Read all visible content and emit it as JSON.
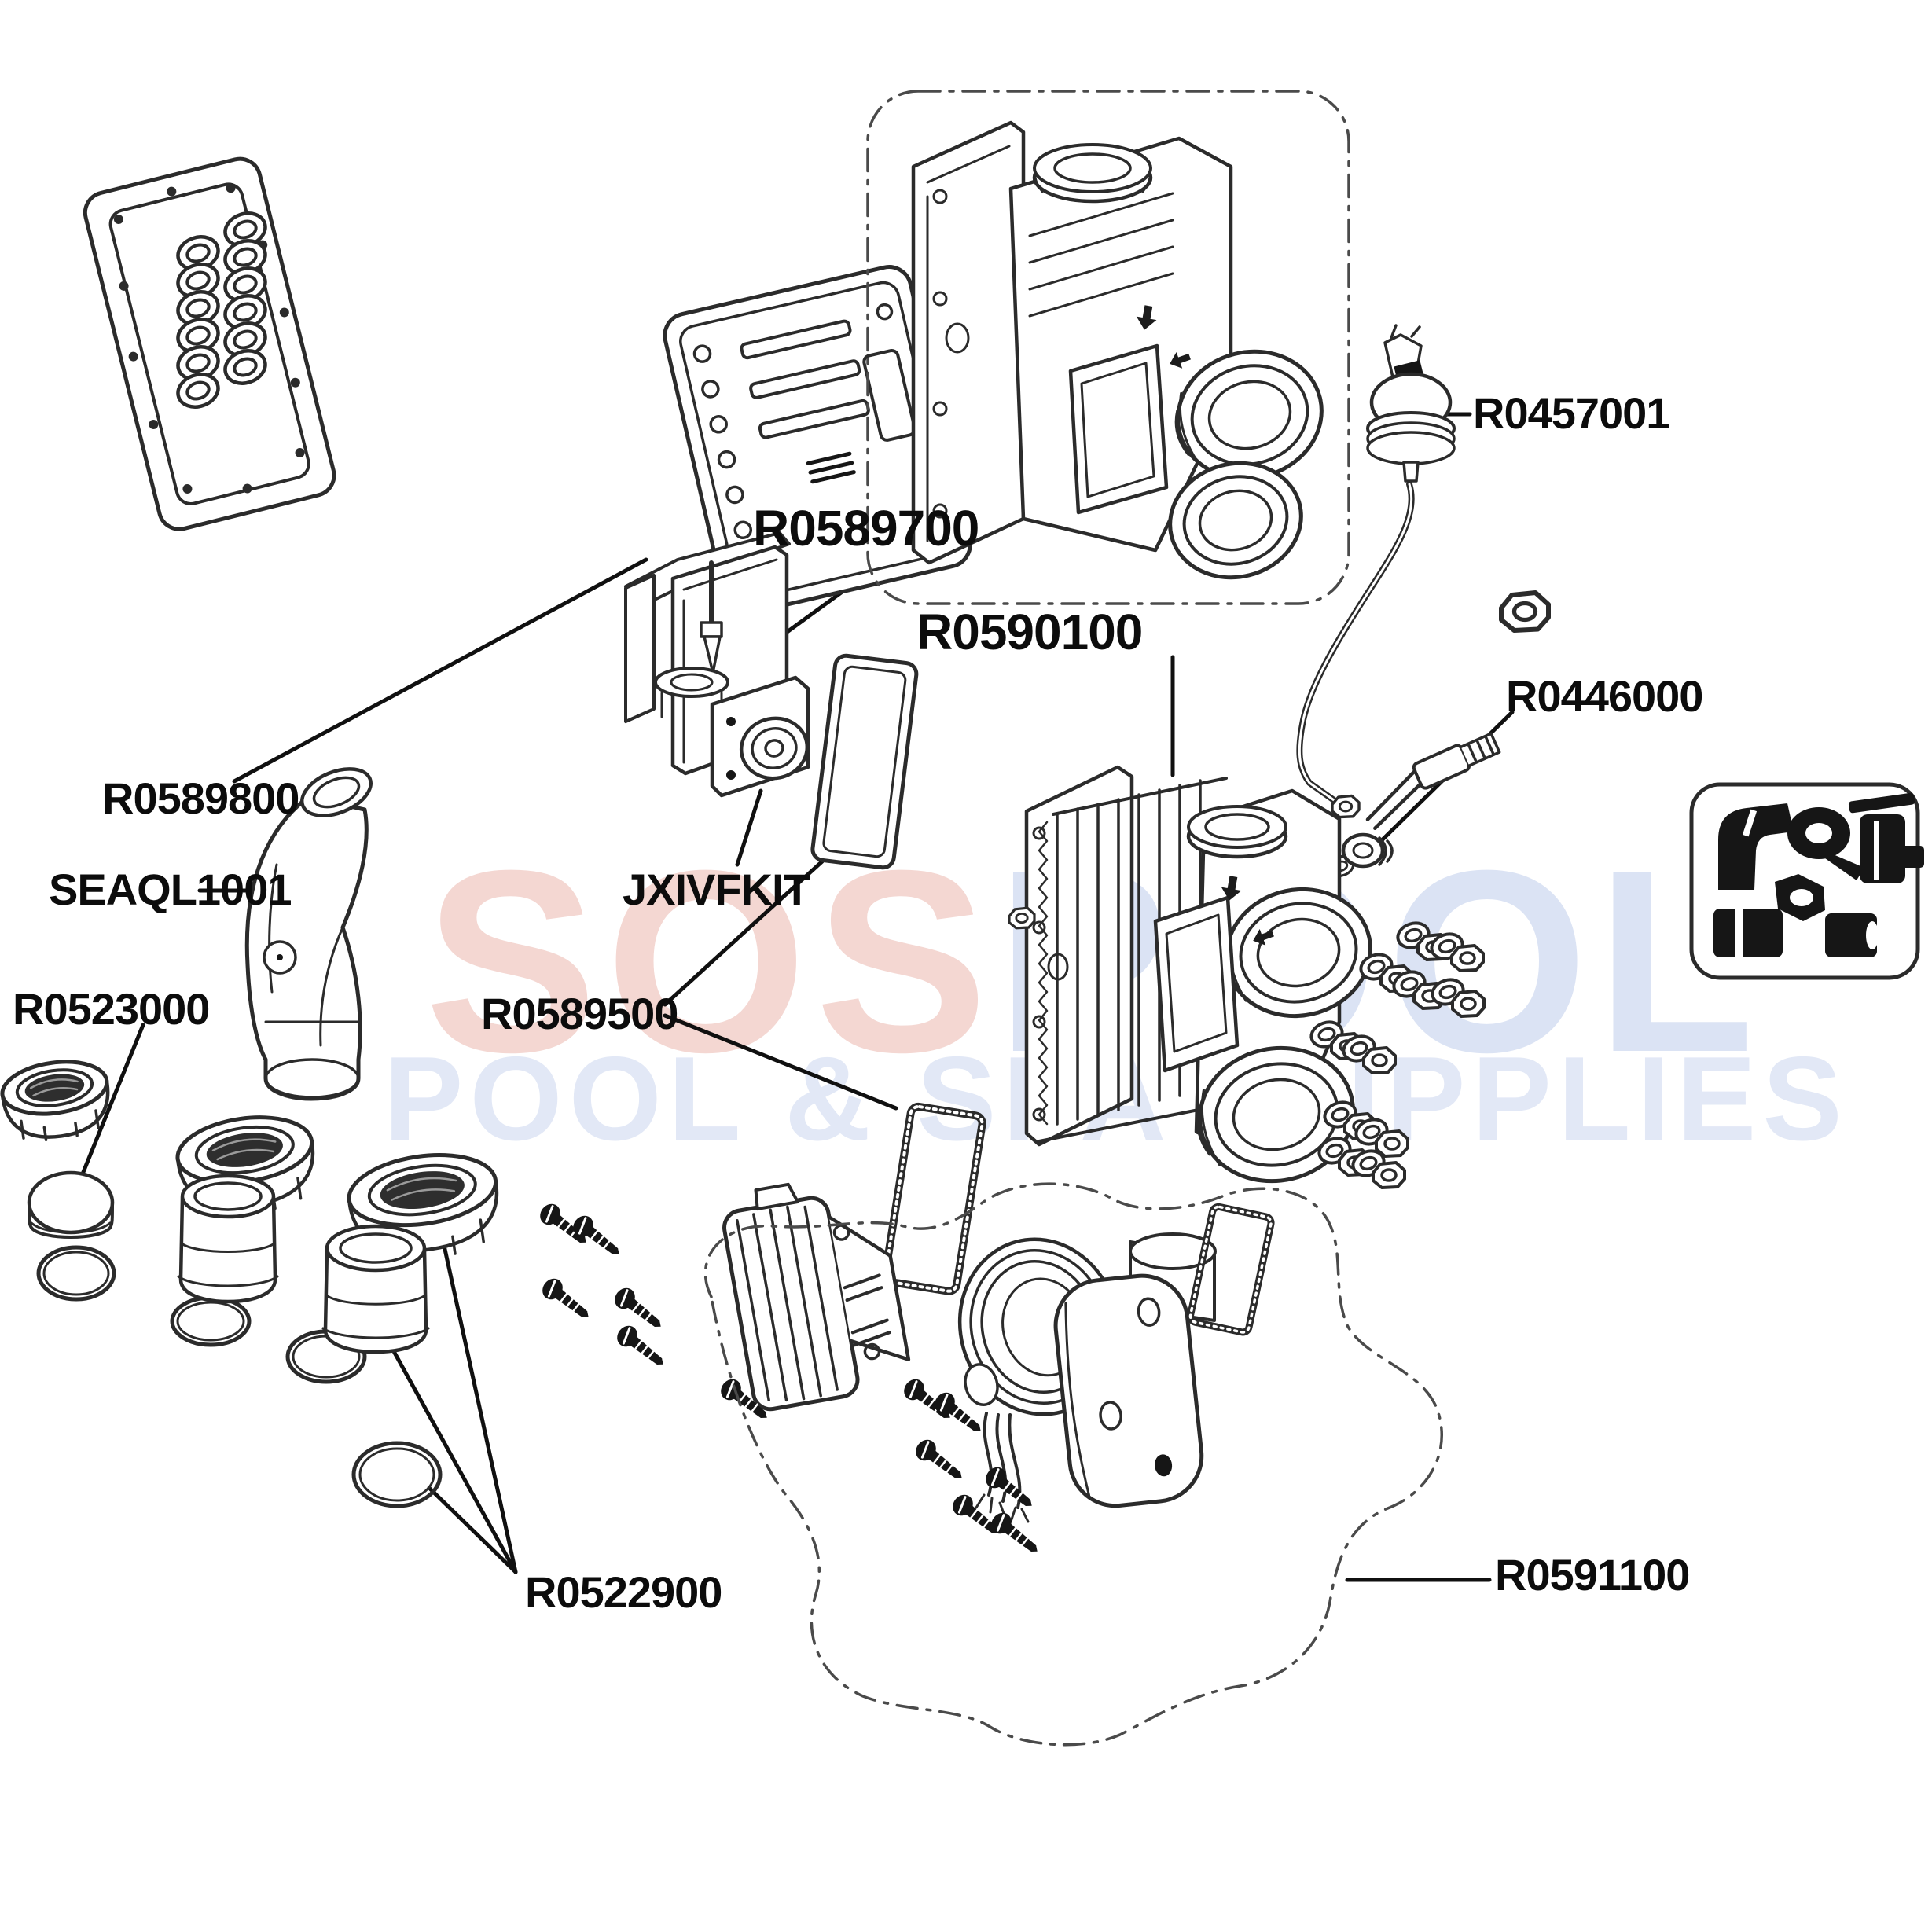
{
  "watermark": {
    "brand_red": "SOS",
    "brand_blue": "POOL",
    "tagline": "POOL & SPA SUPPLIES"
  },
  "labels": {
    "r0589700": "R0589700",
    "r0590100": "R0590100",
    "r0457001": "R0457001",
    "r0446000": "R0446000",
    "r0589800": "R0589800",
    "seaql1001": "SEAQL1001",
    "jxivfkit": "JXIVFKIT",
    "r0523000": "R0523000",
    "r0589500": "R0589500",
    "r0522900": "R0522900",
    "r0591100": "R0591100"
  },
  "colors": {
    "line": "#2b2b2b",
    "label_text": "#0c0c0c",
    "watermark_red": "#f4d7d2",
    "watermark_blue": "#dbe3f4",
    "dashed_outline": "#4a4a4a",
    "silhouette": "#161616"
  },
  "parts": [
    "header-gasket",
    "grommet-set",
    "burner-panel",
    "flue-manifold-assembly",
    "pressure-switch",
    "sensor-tube",
    "igniter-electrode",
    "drain-plug",
    "hardware-kit-box",
    "heat-exchanger-assembly",
    "burner-gasket-large",
    "burner-gasket-small",
    "nut-washer-hardware",
    "ignition-control-bracket",
    "gas-valve",
    "flue-elbow",
    "union-nut",
    "union-coupling",
    "o-ring",
    "cap-disc",
    "vent-heat-sink",
    "mounting-screws",
    "blower-motor-assembly",
    "wiring-harness",
    "control-gasket"
  ]
}
